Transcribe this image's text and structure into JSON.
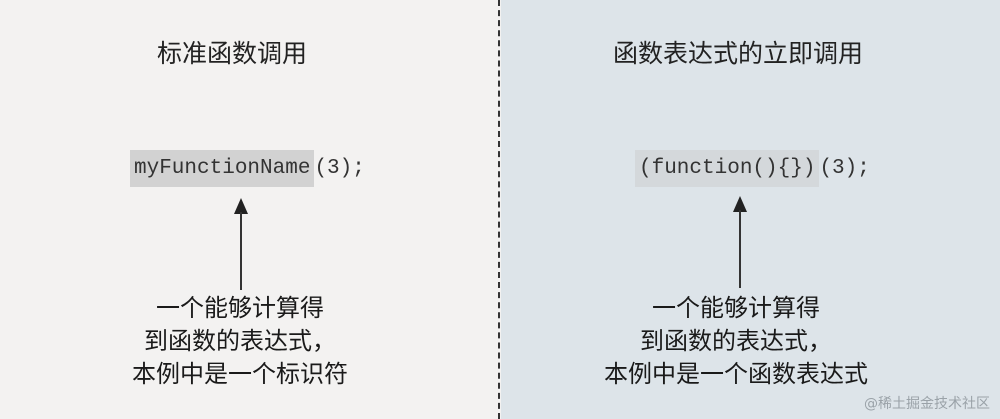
{
  "left_panel": {
    "title": "标准函数调用",
    "code_highlight": "myFunctionName",
    "code_rest": "(3);",
    "caption_lines": [
      "一个能够计算得",
      "到函数的表达式，",
      "本例中是一个标识符"
    ],
    "background": "#f3f2f1"
  },
  "right_panel": {
    "title": "函数表达式的立即调用",
    "code_highlight": "(function(){})",
    "code_rest": "(3);",
    "caption_lines": [
      "一个能够计算得",
      "到函数的表达式，",
      "本例中是一个函数表达式"
    ],
    "background": "#dde4e9"
  },
  "watermark": "@稀土掘金技术社区"
}
